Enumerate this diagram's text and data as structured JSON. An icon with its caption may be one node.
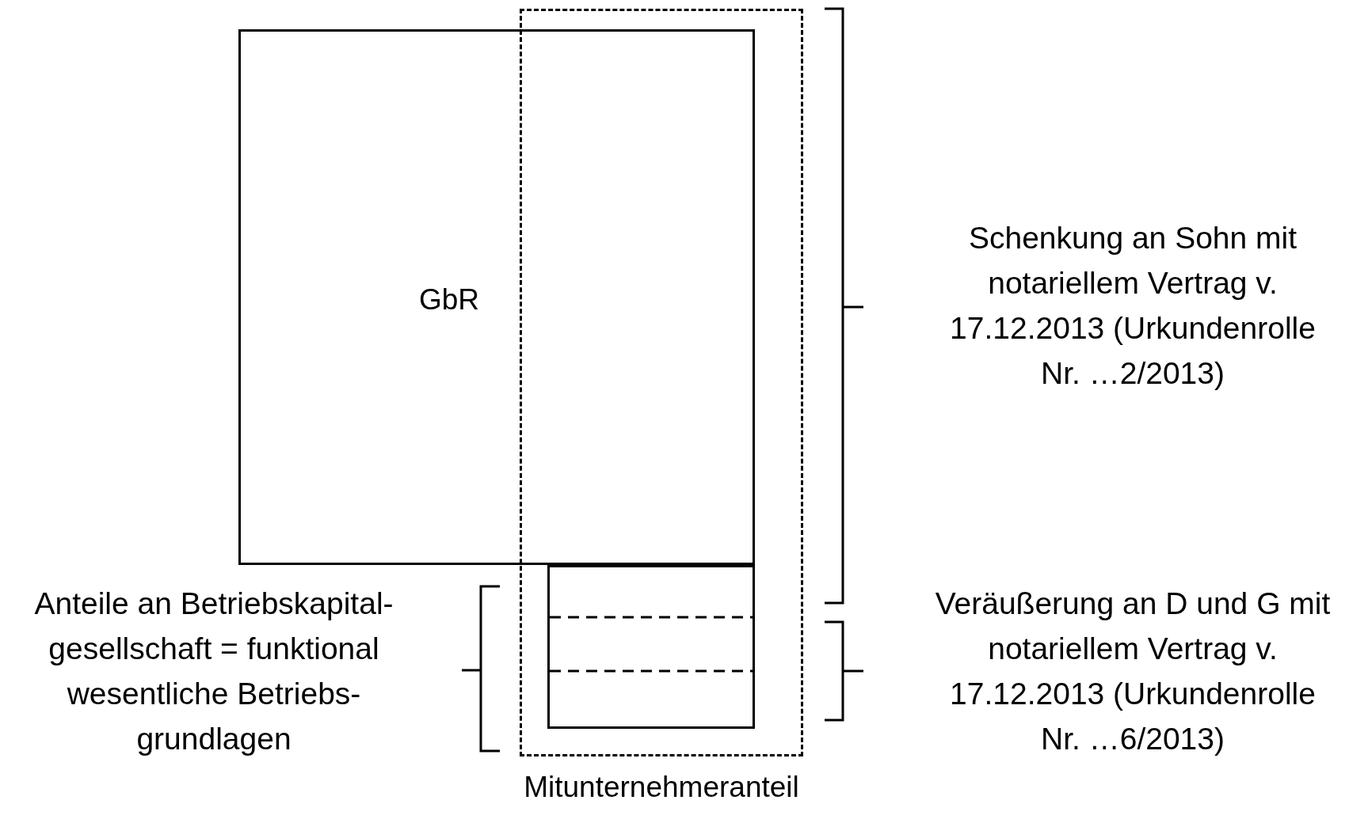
{
  "diagram": {
    "nodes": [
      {
        "text": [
          "GbR"
        ]
      },
      {
        "text": [
          "Mitunternehmeranteil"
        ]
      },
      {
        "text": [],
        "shape": "box",
        "in": 1
      }
    ],
    "edges": [],
    "labels": [
      "Schenkung an Sohn mit notariellem Vertrag v. 17.12.2013 (Urkundenrolle Nr. …2/2013)",
      "Anteile an Betriebskapital-gesellschaft = funktional wesentliche Betriebs-grundlagen",
      "Veräußerung an D und G mit notariellem Vertrag v. 17.12.2013 (Urkundenrolle Nr. …6/2013)"
    ]
  }
}
